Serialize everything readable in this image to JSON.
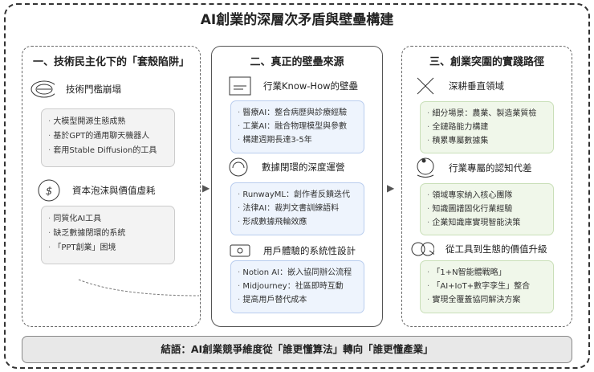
{
  "title": "AI創業的深層次矛盾與壁壘構建",
  "columns": [
    {
      "title": "一、技術民主化下的「套殼陷阱」",
      "sections": [
        {
          "icon": "ellipse-minus-icon",
          "heading": "技術門檻崩塌",
          "items": [
            "大模型開源生態成熟",
            "基於GPT的通用聊天機器人",
            "套用Stable Diffusion的工具"
          ]
        },
        {
          "icon": "dollar-icon",
          "heading": "資本泡沫與價值虛耗",
          "items": [
            "同質化AI工具",
            "缺乏數據閉環的系統",
            "「PPT創業」困境"
          ]
        }
      ]
    },
    {
      "title": "二、真正的壁壘來源",
      "sections": [
        {
          "icon": "document-icon",
          "heading": "行業Know-How的壁壘",
          "items": [
            "醫療AI：整合病歷與診療經驗",
            "工業AI：融合物理模型與參數",
            "構建週期長達3-5年"
          ]
        },
        {
          "icon": "loop-icon",
          "heading": "數據閉環的深度運營",
          "items": [
            "RunwayML：創作者反饋迭代",
            "法律AI：裁判文書訓練語料",
            "形成數據飛輪效應"
          ]
        },
        {
          "icon": "device-icon",
          "heading": "用戶體驗的系統性設計",
          "items": [
            "Notion AI：嵌入協同辦公流程",
            "Midjourney：社區即時互動",
            "提高用戶替代成本"
          ]
        }
      ]
    },
    {
      "title": "三、創業突圍的實踐路徑",
      "sections": [
        {
          "icon": "cross-icon",
          "heading": "深耕垂直領域",
          "items": [
            "細分場景：農業、製造業質檢",
            "全鏈路能力構建",
            "積累專屬數據集"
          ]
        },
        {
          "icon": "eye-icon",
          "heading": "行業專屬的認知代差",
          "items": [
            "領域專家納入核心團隊",
            "知識圖譜固化行業經驗",
            "企業知識庫實現智能決策"
          ]
        },
        {
          "icon": "circles-icon",
          "heading": "從工具到生態的價值升級",
          "items": [
            "「1+N智能體戰略」",
            "「AI+IoT+數字孪生」整合",
            "實現全覆蓋協同解決方案"
          ]
        }
      ]
    }
  ],
  "conclusion": "結語：AI創業競爭維度從「誰更懂算法」轉向「誰更懂產業」"
}
